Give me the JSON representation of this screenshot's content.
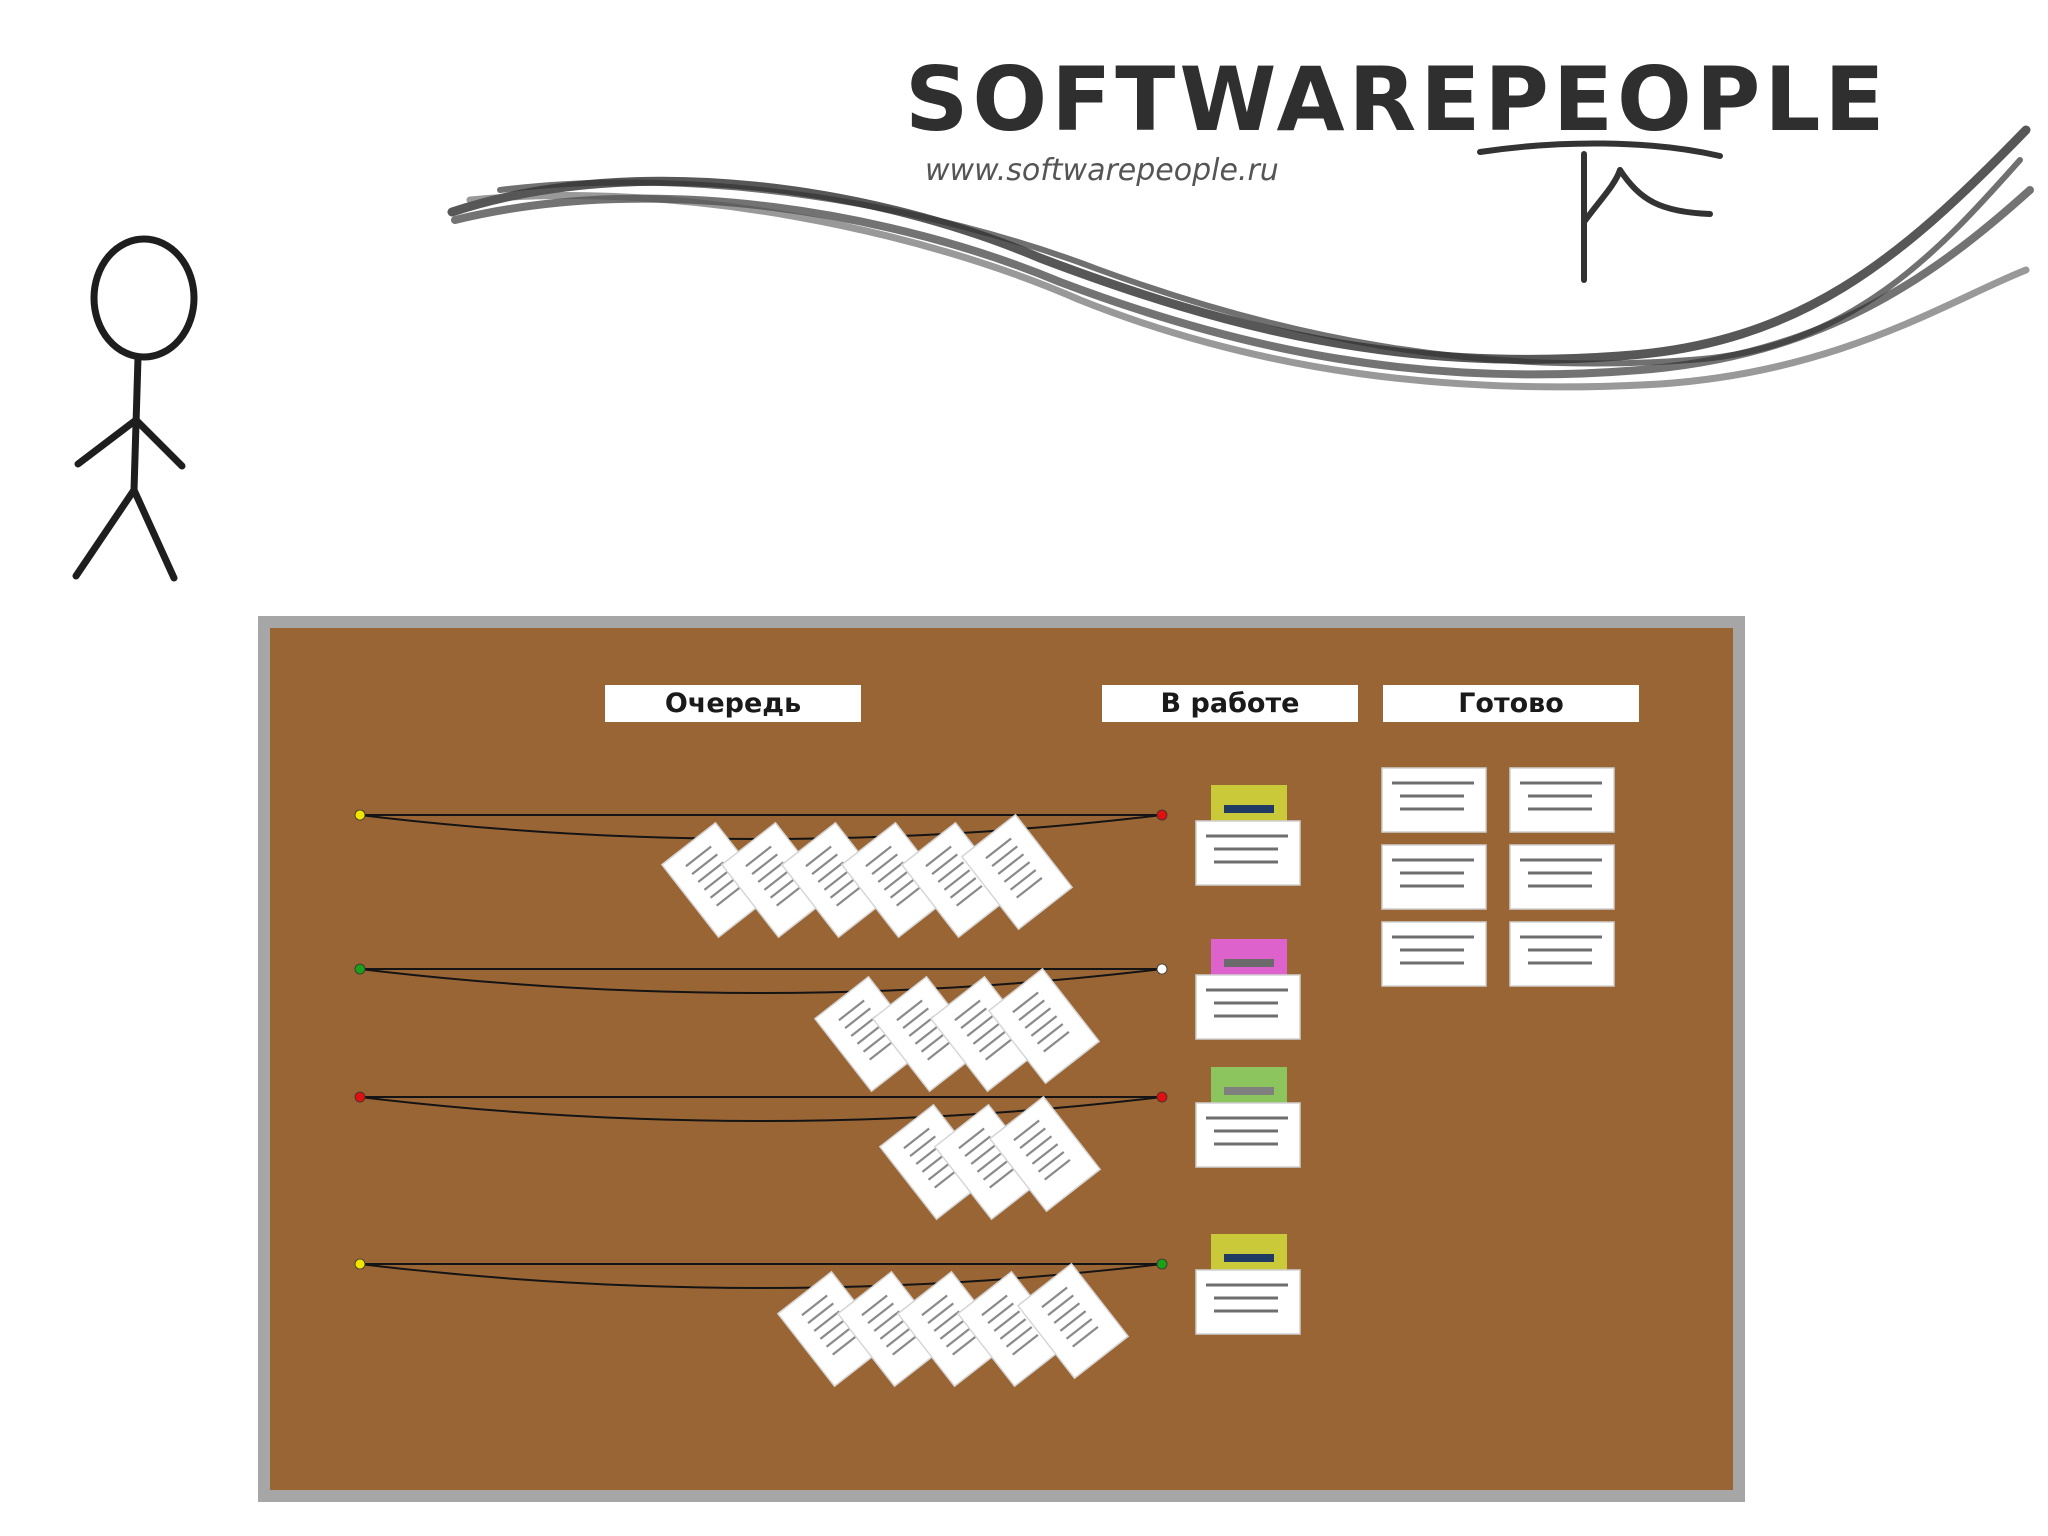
{
  "logo": {
    "brand": "SOFTWAREPEOPLE",
    "url": "www.softwarepeople.ru"
  },
  "board": {
    "columns": [
      {
        "label": "Очередь"
      },
      {
        "label": "В работе"
      },
      {
        "label": "Готово"
      }
    ],
    "lanes": [
      {
        "queued_cards": 6,
        "start_pin_color": "#f2e600",
        "end_pin_color": "#e01010",
        "wip_tag_color": "#c9c93a",
        "wip_bar_color": "#1f3b63"
      },
      {
        "queued_cards": 4,
        "start_pin_color": "#1aa01a",
        "end_pin_color": "#ffffff",
        "wip_tag_color": "#de62cc",
        "wip_bar_color": "#6a6a6a"
      },
      {
        "queued_cards": 3,
        "start_pin_color": "#e01010",
        "end_pin_color": "#e01010",
        "wip_tag_color": "#8cc45e",
        "wip_bar_color": "#7f7f7f"
      },
      {
        "queued_cards": 5,
        "start_pin_color": "#f2e600",
        "end_pin_color": "#1aa01a",
        "wip_tag_color": "#c9c93a",
        "wip_bar_color": "#1f3b63"
      }
    ],
    "done_cards": 6
  },
  "colors": {
    "board_fill": "#9a6534",
    "board_frame": "#a6a6a6",
    "card": "#ffffff",
    "sketch": "#2f2f2f"
  }
}
